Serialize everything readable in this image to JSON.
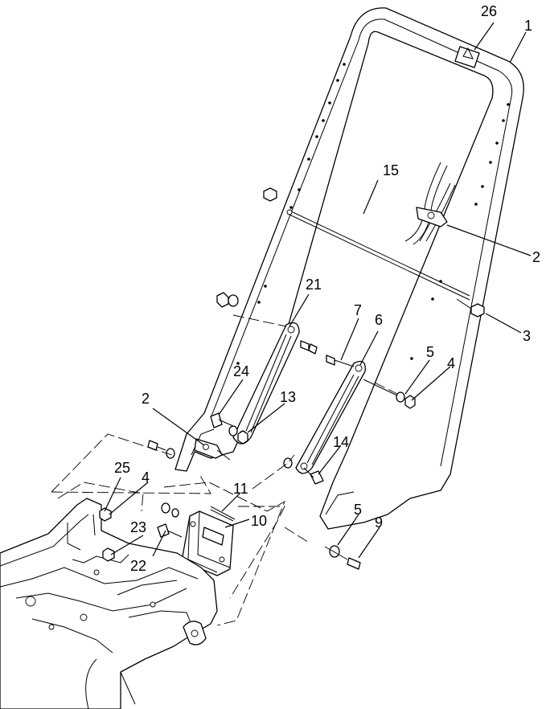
{
  "diagram": {
    "callouts": {
      "c26": "26",
      "c1": "1",
      "c15": "15",
      "c2a": "2",
      "c3": "3",
      "c21": "21",
      "c7": "7",
      "c6": "6",
      "c5a": "5",
      "c4a": "4",
      "c24": "24",
      "c13": "13",
      "c2b": "2",
      "c14": "14",
      "c25": "25",
      "c4b": "4",
      "c11": "11",
      "c10": "10",
      "c23": "23",
      "c5b": "5",
      "c9": "9",
      "c22": "22"
    }
  }
}
